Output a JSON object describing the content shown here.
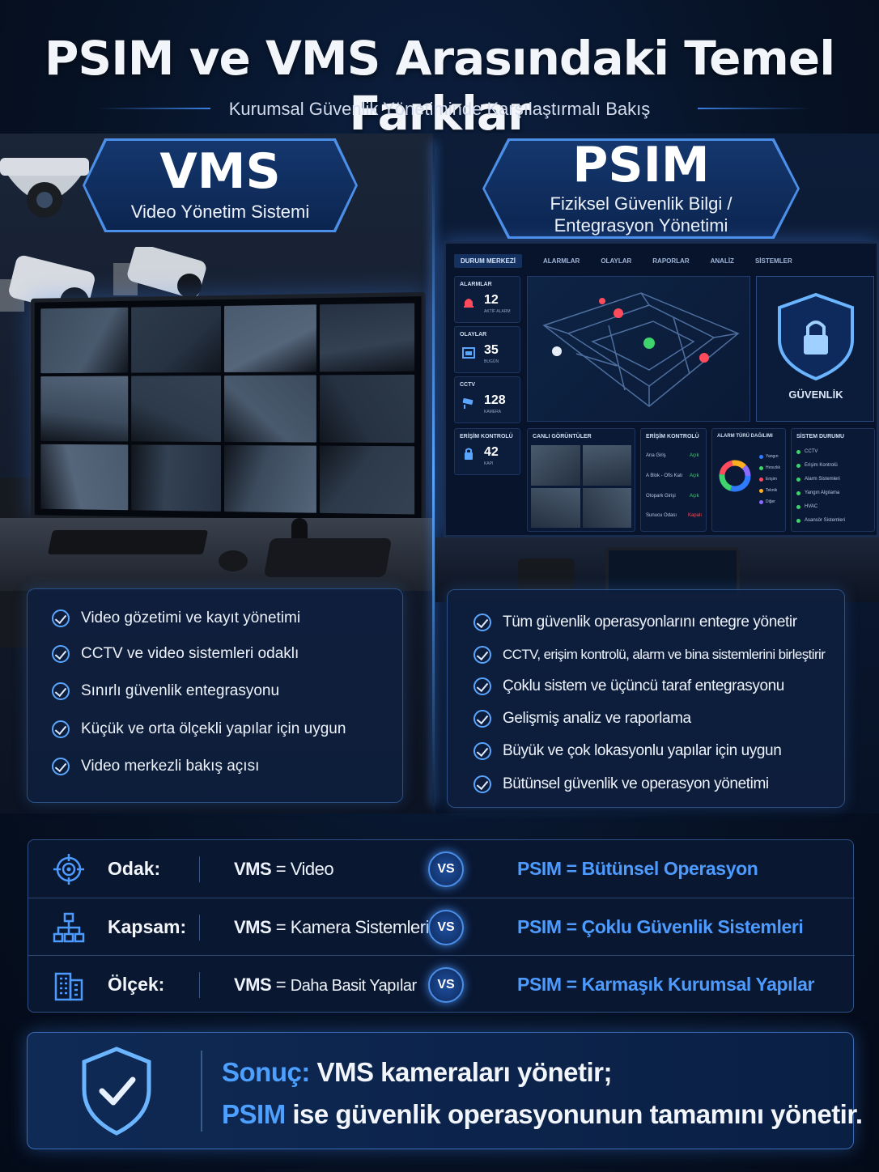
{
  "header": {
    "title": "PSIM ve VMS Arasındaki Temel Farklar",
    "subtitle": "Kurumsal Güvenlik Yönetiminde Karşılaştırmalı Bakış"
  },
  "vms": {
    "name": "VMS",
    "full_name": "Video Yönetim Sistemi",
    "features": [
      "Video gözetimi ve kayıt yönetimi",
      "CCTV ve video sistemleri odaklı",
      "Sınırlı güvenlik entegrasyonu",
      "Küçük ve orta ölçekli yapılar için uygun",
      "Video merkezli bakış açısı"
    ]
  },
  "psim": {
    "name": "PSIM",
    "full_name_line1": "Fiziksel Güvenlik Bilgi /",
    "full_name_line2": "Entegrasyon Yönetimi",
    "features": [
      "Tüm güvenlik operasyonlarını entegre yönetir",
      "CCTV, erişim kontrolü, alarm ve bina sistemlerini birleştirir",
      "Çoklu sistem ve üçüncü taraf entegrasyonu",
      "Gelişmiş analiz ve raporlama",
      "Büyük ve çok lokasyonlu yapılar için uygun",
      "Bütünsel güvenlik ve operasyon yönetimi"
    ]
  },
  "dashboard": {
    "tabs": [
      "DURUM MERKEZİ",
      "ALARMLAR",
      "OLAYLAR",
      "RAPORLAR",
      "ANALİZ",
      "SİSTEMLER"
    ],
    "stats": [
      {
        "label": "ALARMLAR",
        "value": "12",
        "sub": "AKTİF ALARM"
      },
      {
        "label": "OLAYLAR",
        "value": "35",
        "sub": "BUGÜN"
      },
      {
        "label": "CCTV",
        "value": "128",
        "sub": "KAMERA"
      },
      {
        "label": "ERİŞİM KONTROLÜ",
        "value": "42",
        "sub": "KAPI"
      }
    ],
    "shield_label": "GÜVENLİK",
    "live_title": "CANLI GÖRÜNTÜLER",
    "access": {
      "title": "ERİŞİM KONTROLÜ",
      "rows": [
        {
          "name": "Ana Giriş",
          "status": "Açık"
        },
        {
          "name": "A Blok - Ofis Katı",
          "status": "Açık"
        },
        {
          "name": "Otopark Girişi",
          "status": "Açık"
        },
        {
          "name": "Sunucu Odası",
          "status": "Kapalı"
        }
      ]
    },
    "alarm_dist": {
      "title": "ALARM TÜRÜ DAĞILIMI",
      "legend": [
        {
          "name": "Yangın",
          "color": "#2f7bff"
        },
        {
          "name": "Hırsızlık",
          "color": "#3fd36d"
        },
        {
          "name": "Erişim",
          "color": "#ff4b5c"
        },
        {
          "name": "Teknik",
          "color": "#ffb020"
        },
        {
          "name": "Diğer",
          "color": "#8a6bff"
        }
      ]
    },
    "system_status": {
      "title": "SİSTEM DURUMU",
      "items": [
        "CCTV",
        "Erişim Kontrolü",
        "Alarm Sistemleri",
        "Yangın Algılama",
        "HVAC",
        "Asansör Sistemleri"
      ]
    }
  },
  "comparison": [
    {
      "label": "Odak:",
      "vms_key": "VMS",
      "vms_value": "Video",
      "vs": "VS",
      "psim_text": "PSIM = Bütünsel Operasyon",
      "icon": "target-icon"
    },
    {
      "label": "Kapsam:",
      "vms_key": "VMS",
      "vms_value": "Kamera Sistemleri",
      "vs": "VS",
      "psim_text": "PSIM = Çoklu Güvenlik Sistemleri",
      "icon": "network-icon"
    },
    {
      "label": "Ölçek:",
      "vms_key": "VMS",
      "vms_value": "Daha Basit Yapılar",
      "vs": "VS",
      "psim_text": "PSIM = Karmaşık Kurumsal Yapılar",
      "icon": "building-icon"
    }
  ],
  "conclusion": {
    "lead": "Sonuç:",
    "line1": "VMS kameraları yönetir;",
    "psim": "PSIM",
    "line2": "ise güvenlik operasyonunun tamamını yönetir."
  },
  "colors": {
    "accent": "#4d9bff",
    "background": "#071327",
    "panel": "#0e2040"
  }
}
